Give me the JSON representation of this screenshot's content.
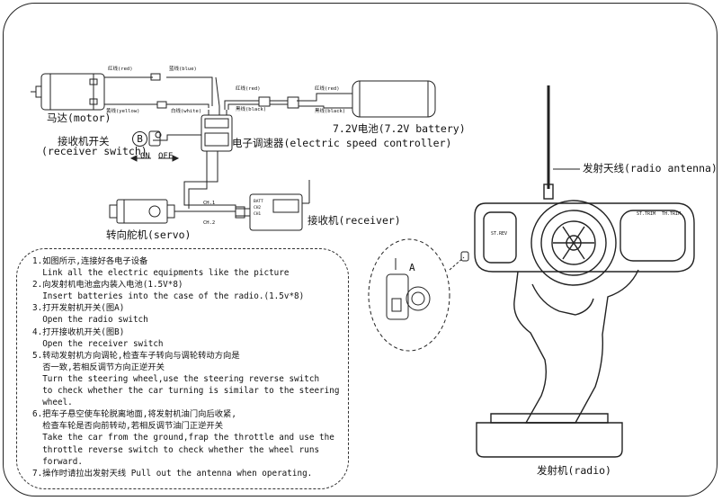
{
  "motor": {
    "label": "马达(motor)",
    "wire_red": "红线(red)",
    "wire_blue": "蓝线(blue)",
    "wire_yellow": "黄线(yellow)",
    "wire_white": "白线(white)"
  },
  "battery": {
    "label": "7.2V电池(7.2V battery)",
    "wire_red": "红线(red)",
    "wire_black": "黑线(black)"
  },
  "esc": {
    "label": "电子调速器(electric speed controller)",
    "wire_red": "红线(red)",
    "wire_black": "黑线(black)"
  },
  "receiver_switch": {
    "label_zh": "接收机开关",
    "label_en": "(receiver switch)",
    "callout": "B",
    "on_label": "ON",
    "off_label": "OFF"
  },
  "servo": {
    "label": "转向舵机(servo)"
  },
  "receiver": {
    "label": "接收机(receiver)",
    "ch1": "CH.1",
    "ch2": "CH.2",
    "panel_lines": [
      "BATT",
      "CH2",
      "CH1"
    ]
  },
  "radio": {
    "label": "发射机(radio)",
    "antenna_label": "发射天线(radio antenna)",
    "callout": "A",
    "panel_left": "ST.TRIM",
    "panel_right": "TH.TRIM",
    "panel_steer": "ST.REV"
  },
  "instructions": [
    {
      "zh": "1.如图所示,连接好各电子设备",
      "en": "  Link all the electric equipments like the picture"
    },
    {
      "zh": "2.向发射机电池盒内装入电池(1.5V*8)",
      "en": "  Insert batteries into the case of the radio.(1.5v*8)"
    },
    {
      "zh": "3.打开发射机开关(图A)",
      "en": "  Open the radio switch"
    },
    {
      "zh": "4.打开接收机开关(图B)",
      "en": "  Open the receiver switch"
    },
    {
      "zh": "5.转动发射机方向调轮,检查车子转向与调轮转动方向是\n  否一致,若相反调节方向正逆开关",
      "en": "  Turn the steering wheel,use the steering reverse switch\n  to check whether the car turning is similar to the steering\n  wheel."
    },
    {
      "zh": "6.把车子悬空使车轮脱离地面,将发射机油门向后收紧,\n  检查车轮是否向前转动,若相反调节油门正逆开关",
      "en": "  Take the car from the ground,frap the throttle and use the\n  throttle reverse switch to check whether the wheel runs\n  forward."
    },
    {
      "zh": "7.操作时请拉出发射天线 Pull out the antenna when operating.",
      "en": ""
    }
  ]
}
